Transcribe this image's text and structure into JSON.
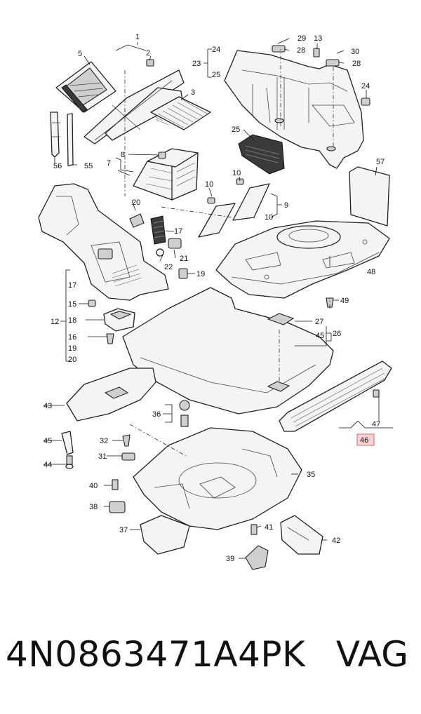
{
  "footer": {
    "part_number": "4N0863471A4PK",
    "brand": "VAG"
  },
  "highlight": {
    "label": "46",
    "color": "#f6d4d4",
    "border": "#d46a6a"
  },
  "labels": {
    "l1": "1",
    "l2": "2",
    "l3": "3",
    "l5": "5",
    "l7": "7",
    "l8": "8",
    "l9": "9",
    "l10a": "10",
    "l10b": "10",
    "l10c": "10",
    "l12": "12",
    "l13": "13",
    "l15": "15",
    "l16": "16",
    "l17a": "17",
    "l17b": "17",
    "l18": "18",
    "l19a": "19",
    "l19b": "19",
    "l20a": "20",
    "l20b": "20",
    "l21": "21",
    "l22": "22",
    "l23": "23",
    "l24a": "24",
    "l24b": "24",
    "l25a": "25",
    "l25b": "25",
    "l26": "26",
    "l27": "27",
    "l28a": "28",
    "l28b": "28",
    "l29": "29",
    "l30": "30",
    "l31": "31",
    "l32": "32",
    "l35": "35",
    "l36": "36",
    "l37": "37",
    "l38": "38",
    "l39": "39",
    "l40": "40",
    "l41": "41",
    "l42": "42",
    "l43": "43",
    "l44": "44",
    "l45a": "45",
    "l45b": "45",
    "l47": "47",
    "l48": "48",
    "l49": "49",
    "l55": "55",
    "l56": "56",
    "l57": "57"
  }
}
